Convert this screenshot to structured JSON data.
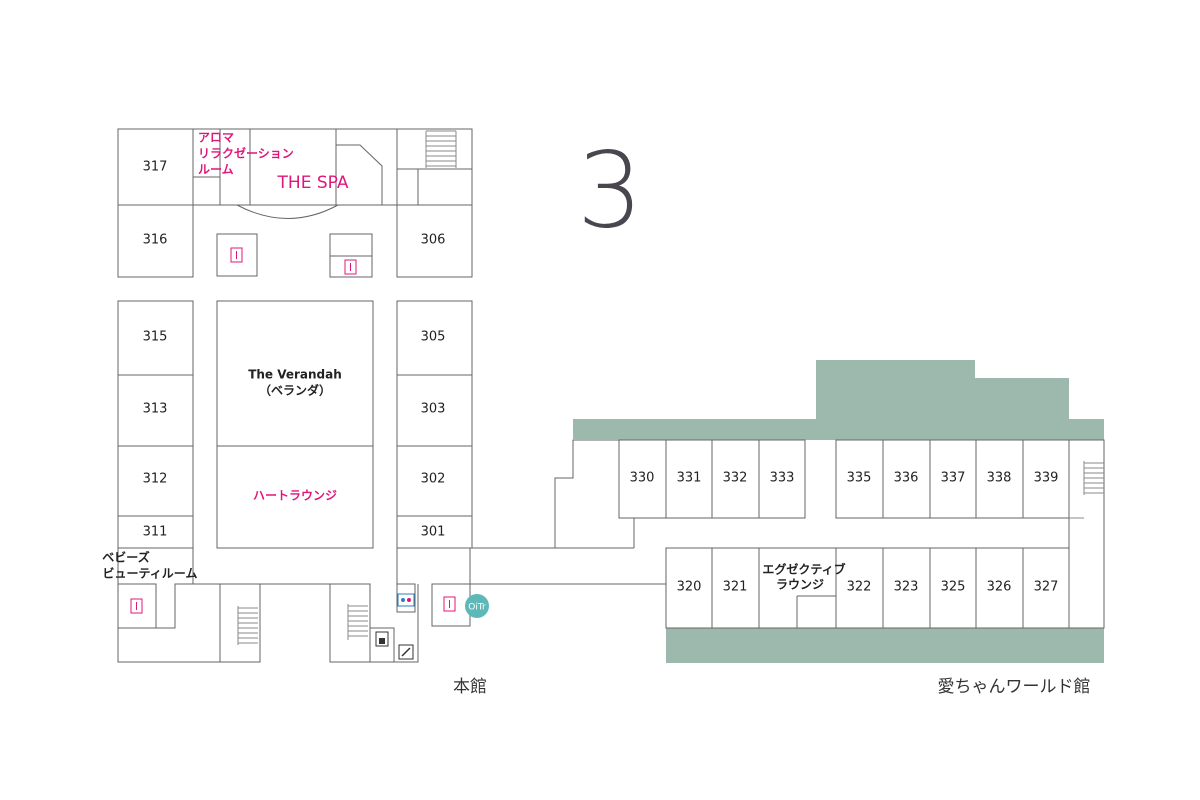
{
  "floor_number": "3",
  "buildings": {
    "main": "本館",
    "ai_world": "愛ちゃんワールド館"
  },
  "facilities": {
    "aroma": [
      "アロマ",
      "リラクゼーション",
      "ルーム"
    ],
    "spa": "THE SPA",
    "verandah": [
      "The Verandah",
      "（ベランダ）"
    ],
    "heart_lounge": "ハートラウンジ",
    "baby_beauty": [
      "ベビーズ",
      "ビューティルーム"
    ],
    "exec_lounge": [
      "エグゼクティブ",
      "ラウンジ"
    ],
    "oitr": "OiTr"
  },
  "rooms": {
    "main_left": [
      "317",
      "316",
      "315",
      "313",
      "312",
      "311"
    ],
    "main_right": [
      "306",
      "305",
      "303",
      "302",
      "301"
    ],
    "annex_top": [
      "330",
      "331",
      "332",
      "333",
      "335",
      "336",
      "337",
      "338",
      "339"
    ],
    "annex_bottom": [
      "320",
      "321",
      "322",
      "323",
      "325",
      "326",
      "327"
    ]
  },
  "icons": {
    "toilet": "toilet-icon",
    "stairs": "stairs-icon",
    "elevator": "elevator-icon",
    "oitr": "oitr-badge-icon"
  },
  "colors": {
    "pink": "#e0177a",
    "green": "#9db8ad",
    "teal": "#5fb8b8",
    "wall": "#666666"
  }
}
